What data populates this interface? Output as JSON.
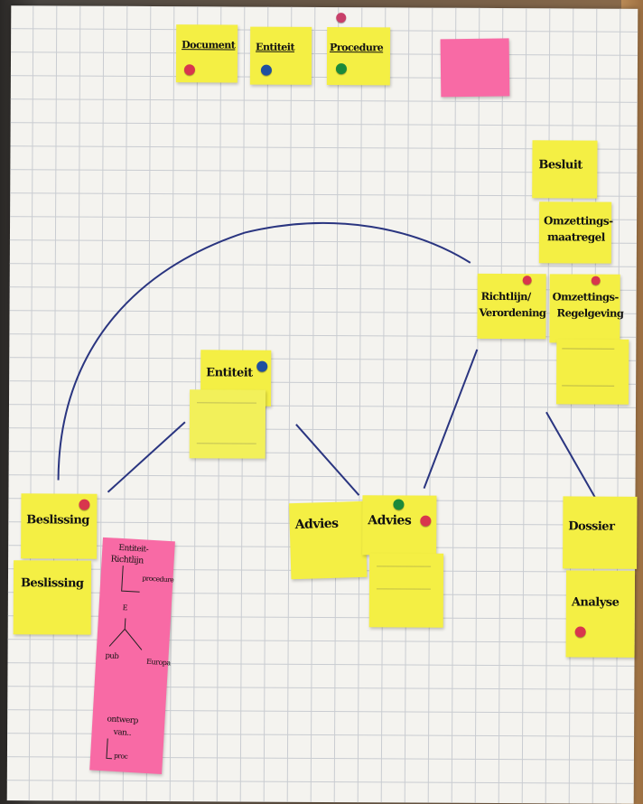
{
  "colors": {
    "red_dot": "#d8364d",
    "blue_dot": "#1f4fa0",
    "green_dot": "#1c8a3a",
    "sticky_yellow": "#f4ef44",
    "sticky_pink": "#f86aa5",
    "pen": "#2a3580"
  },
  "legend": [
    {
      "label": "Document",
      "dot": "red"
    },
    {
      "label": "Entiteit",
      "dot": "blue"
    },
    {
      "label": "Procedure",
      "dot": "green"
    }
  ],
  "notes": {
    "besluit": "Besluit",
    "omzettingsmaatregel_1": "Omzettings-",
    "omzettingsmaatregel_2": "maatregel",
    "richtlijn_1": "Richtlijn/",
    "richtlijn_2": "Verordening",
    "omzettingsregelgeving_1": "Omzettings-",
    "omzettingsregelgeving_2": "Regelgeving",
    "entiteit": "Entiteit",
    "beslissing_1": "Beslissing",
    "beslissing_2": "Beslissing",
    "advies_1": "Advies",
    "advies_2": "Advies",
    "dossier": "Dossier",
    "analyse": "Analyse",
    "pink_1": "Entiteit-",
    "pink_2": "Richtlijn",
    "pink_3": "procedure",
    "pink_4": "E",
    "pink_5": "pub",
    "pink_6": "Europa",
    "pink_7": "ontwerp",
    "pink_8": "van..",
    "pink_9": "proc"
  }
}
